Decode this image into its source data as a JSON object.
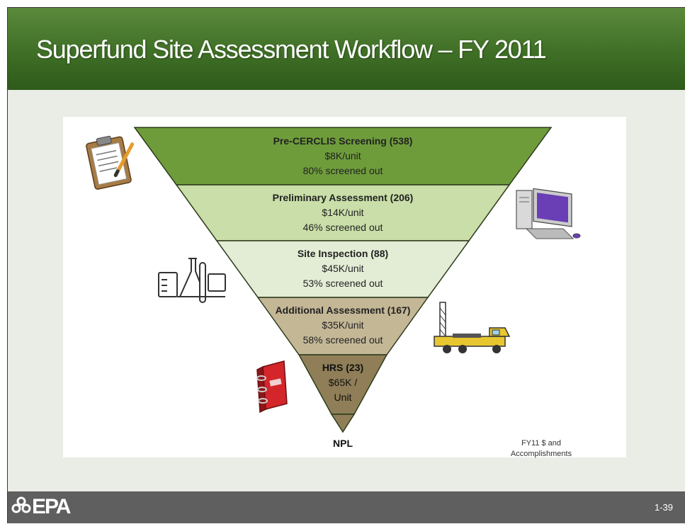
{
  "slide": {
    "title": "Superfund Site Assessment Workflow – FY 2011",
    "page_number": "1-39",
    "logo_text": "EPA"
  },
  "funnel": {
    "tiers": [
      {
        "name": "Pre-CERCLIS Screening (538)",
        "cost": "$8K/unit",
        "screened": "80% screened out",
        "color": "#6e9c3b"
      },
      {
        "name": "Preliminary Assessment  (206)",
        "cost": "$14K/unit",
        "screened": "46% screened out",
        "color": "#c9dea8"
      },
      {
        "name": "Site Inspection (88)",
        "cost": "$45K/unit",
        "screened": "53% screened out",
        "color": "#e3edd5"
      },
      {
        "name": "Additional Assessment (167)",
        "cost": "$35K/unit",
        "screened": "58% screened out",
        "color": "#c4b796"
      },
      {
        "name": "HRS (23)",
        "cost": "$65K /",
        "screened": "Unit",
        "color": "#8f7e57"
      }
    ],
    "bottom_label": "NPL"
  },
  "note": {
    "line1": "FY11 $ and",
    "line2": "Accomplishments"
  },
  "icons": [
    "clipboard-icon",
    "computer-icon",
    "lab-glassware-icon",
    "drill-rig-truck-icon",
    "binder-book-icon",
    "epa-flower-icon"
  ]
}
